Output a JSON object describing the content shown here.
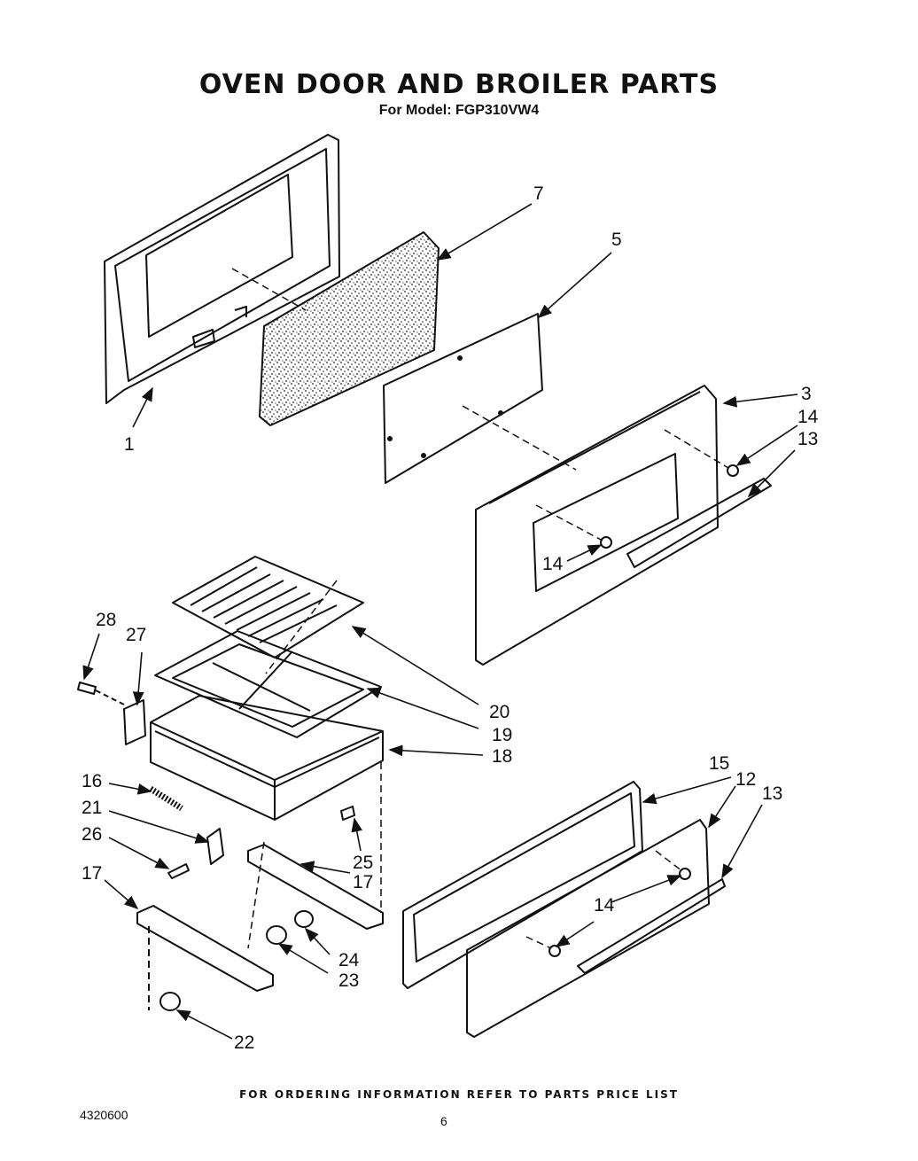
{
  "title": "OVEN DOOR AND BROILER PARTS",
  "subtitle": "For Model: FGP310VW4",
  "footer_note": "FOR ORDERING INFORMATION REFER TO PARTS PRICE LIST",
  "doc_number": "4320600",
  "page_number": "6",
  "callouts": {
    "c1": "1",
    "c3": "3",
    "c5": "5",
    "c7": "7",
    "c12": "12",
    "c13a": "13",
    "c13b": "13",
    "c14a": "14",
    "c14b": "14",
    "c14c": "14",
    "c15": "15",
    "c16": "16",
    "c17a": "17",
    "c17b": "17",
    "c18": "18",
    "c19": "19",
    "c20": "20",
    "c21": "21",
    "c22": "22",
    "c23": "23",
    "c24": "24",
    "c25": "25",
    "c26": "26",
    "c27": "27",
    "c28": "28"
  }
}
